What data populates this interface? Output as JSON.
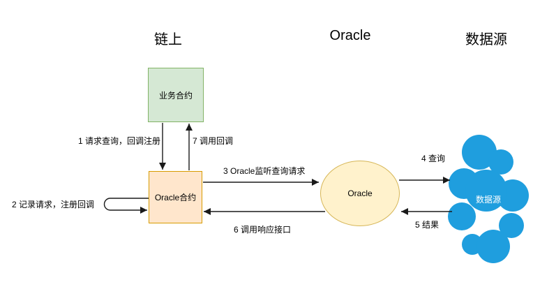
{
  "headers": {
    "onchain": "链上",
    "oracle": "Oracle",
    "datasource": "数据源"
  },
  "nodes": {
    "business_contract": {
      "label": "业务合约"
    },
    "oracle_contract": {
      "label": "Oracle合约"
    },
    "oracle_service": {
      "label": "Oracle"
    },
    "data_source": {
      "label": "数据源"
    }
  },
  "edges": {
    "e1": {
      "label": "1 请求查询，回调注册",
      "from": "business_contract",
      "to": "oracle_contract"
    },
    "e2": {
      "label": "2 记录请求，注册回调",
      "from": "oracle_contract",
      "to": "oracle_contract"
    },
    "e3": {
      "label": "3 Oracle监听查询请求",
      "from": "oracle_contract",
      "to": "oracle_service"
    },
    "e4": {
      "label": "4 查询",
      "from": "oracle_service",
      "to": "data_source"
    },
    "e5": {
      "label": "5 结果",
      "from": "data_source",
      "to": "oracle_service"
    },
    "e6": {
      "label": "6 调用响应接口",
      "from": "oracle_service",
      "to": "oracle_contract"
    },
    "e7": {
      "label": "7 调用回调",
      "from": "oracle_contract",
      "to": "business_contract"
    }
  },
  "colors": {
    "business_fill": "#d5e8d4",
    "business_stroke": "#82b366",
    "oracle_contract_fill": "#ffe6cc",
    "oracle_contract_stroke": "#d79b00",
    "oracle_service_fill": "#fff2cc",
    "oracle_service_stroke": "#d6b656",
    "cloud_fill": "#1f9ede",
    "cloud_text": "#ffffff",
    "arrow_stroke": "#1a1a1a",
    "background": "#ffffff"
  }
}
